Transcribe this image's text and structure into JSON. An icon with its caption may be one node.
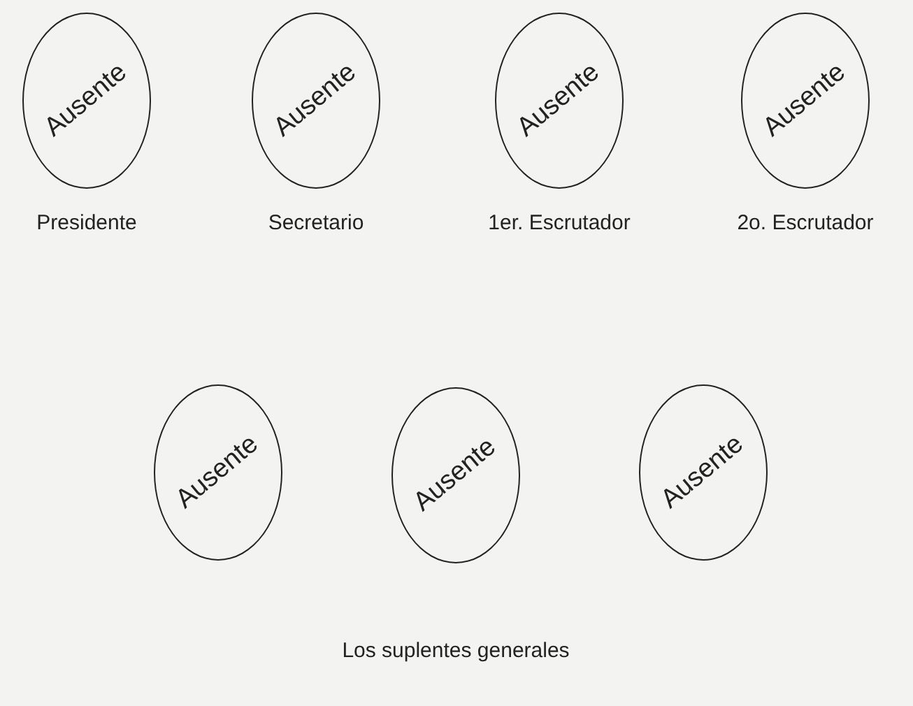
{
  "diagram": {
    "nodes": [
      {
        "text": [
          "Ausente"
        ],
        "beside": [
          "Presidente"
        ]
      },
      {
        "text": [
          "Ausente"
        ],
        "beside": [
          "Secretario"
        ]
      },
      {
        "text": [
          "Ausente"
        ],
        "beside": [
          "1er. Escrutador"
        ]
      },
      {
        "text": [
          "Ausente"
        ],
        "beside": [
          "2o. Escrutador"
        ]
      },
      {
        "text": [
          "Ausente"
        ]
      },
      {
        "text": [
          "Ausente"
        ]
      },
      {
        "text": [
          "Ausente"
        ]
      }
    ],
    "labels": [
      "Los suplentes generales"
    ]
  }
}
